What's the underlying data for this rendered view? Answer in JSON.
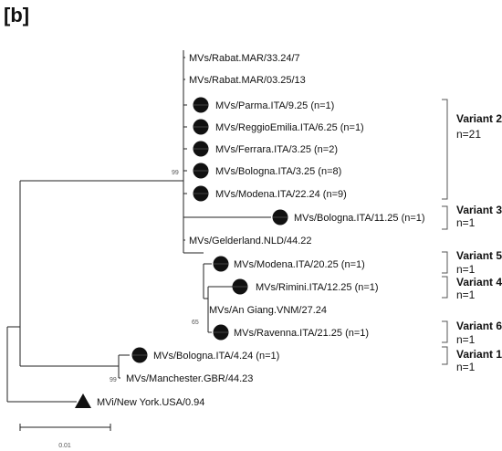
{
  "panel_label": "[b]",
  "colors": {
    "line": "#222222",
    "text": "#111111",
    "bootstrap": "#555555",
    "marker": "#111111"
  },
  "taxa": [
    {
      "id": "rabat1",
      "label": "MVs/Rabat.MAR/33.24/7",
      "marker": "none"
    },
    {
      "id": "rabat2",
      "label": "MVs/Rabat.MAR/03.25/13",
      "marker": "none"
    },
    {
      "id": "parma",
      "label": "MVs/Parma.ITA/9.25 (n=1)",
      "marker": "circle"
    },
    {
      "id": "reggio",
      "label": "MVs/ReggioEmilia.ITA/6.25 (n=1)",
      "marker": "circle"
    },
    {
      "id": "ferrara",
      "label": "MVs/Ferrara.ITA/3.25 (n=2)",
      "marker": "circle"
    },
    {
      "id": "bologna3",
      "label": "MVs/Bologna.ITA/3.25 (n=8)",
      "marker": "circle"
    },
    {
      "id": "modena22",
      "label": "MVs/Modena.ITA/22.24 (n=9)",
      "marker": "circle"
    },
    {
      "id": "bologna11",
      "label": "MVs/Bologna.ITA/11.25 (n=1)",
      "marker": "circle"
    },
    {
      "id": "gelderland",
      "label": "MVs/Gelderland.NLD/44.22",
      "marker": "none"
    },
    {
      "id": "modena20",
      "label": "MVs/Modena.ITA/20.25 (n=1)",
      "marker": "circle"
    },
    {
      "id": "rimini",
      "label": "MVs/Rimini.ITA/12.25 (n=1)",
      "marker": "circle"
    },
    {
      "id": "angiang",
      "label": "MVs/An Giang.VNM/27.24",
      "marker": "none"
    },
    {
      "id": "ravenna",
      "label": "MVs/Ravenna.ITA/21.25 (n=1)",
      "marker": "circle"
    },
    {
      "id": "bologna4",
      "label": "MVs/Bologna.ITA/4.24 (n=1)",
      "marker": "circle"
    },
    {
      "id": "manchester",
      "label": "MVs/Manchester.GBR/44.23",
      "marker": "none"
    },
    {
      "id": "newyork",
      "label": "MVi/New York.USA/0.94",
      "marker": "triangle"
    }
  ],
  "bootstrap_values": [
    {
      "value": "99",
      "node": "main-clade"
    },
    {
      "value": "65",
      "node": "ravenna-clade"
    },
    {
      "value": "99",
      "node": "bologna-manchester-clade"
    }
  ],
  "variants": [
    {
      "name": "Variant 2",
      "count": "n=21"
    },
    {
      "name": "Variant 3",
      "count": "n=1"
    },
    {
      "name": "Variant 5",
      "count": "n=1"
    },
    {
      "name": "Variant 4",
      "count": "n=1"
    },
    {
      "name": "Variant 6",
      "count": "n=1"
    },
    {
      "name": "Variant 1",
      "count": "n=1"
    }
  ],
  "scale_bar": {
    "label": "0.01"
  }
}
